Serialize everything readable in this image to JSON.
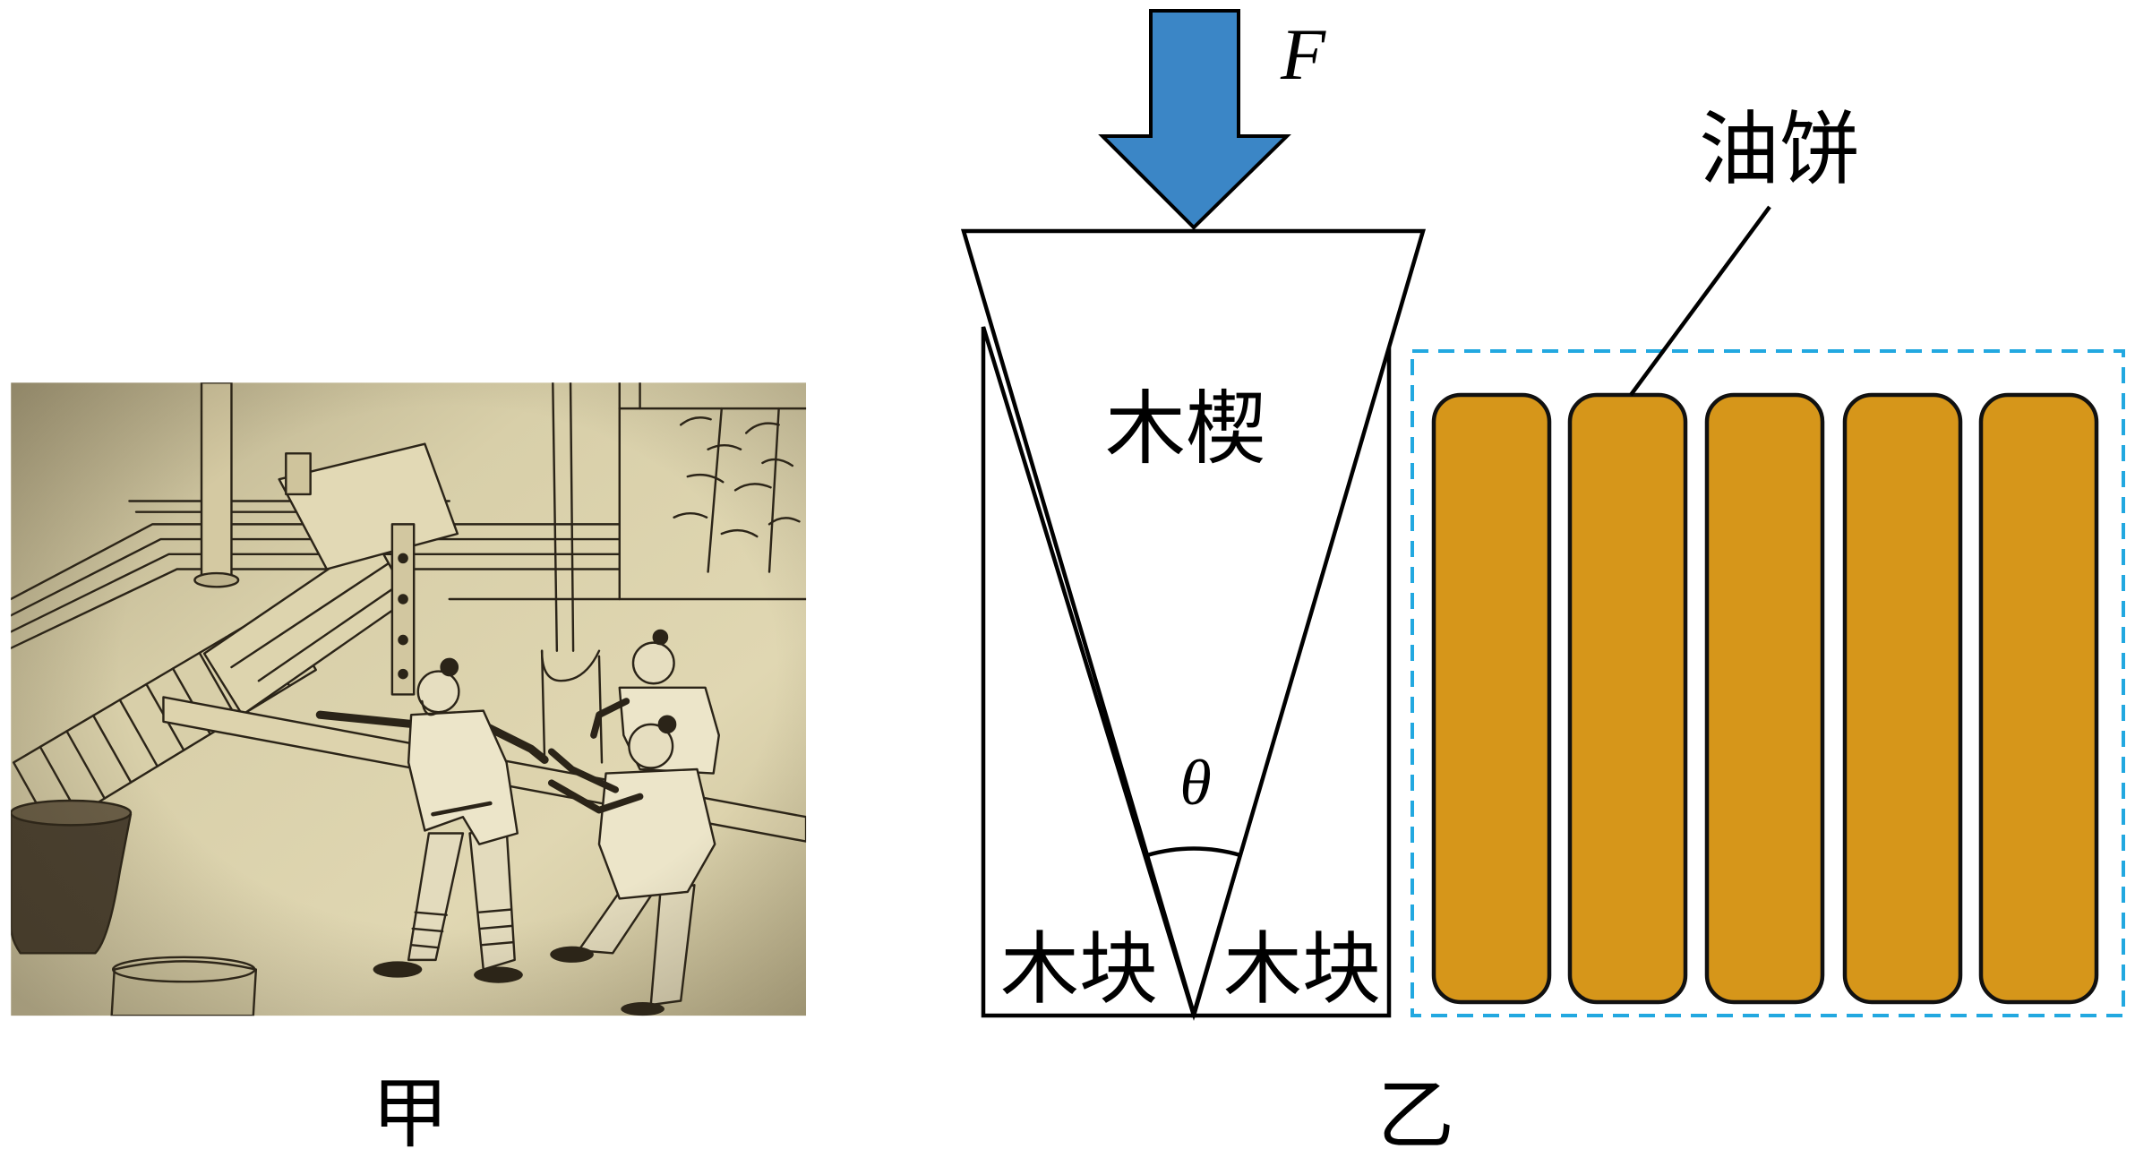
{
  "figure_left": {
    "caption": "甲"
  },
  "figure_right": {
    "caption": "乙",
    "force_label": "F",
    "wedge_label": "木楔",
    "angle_label": "θ",
    "block_left_label": "木块",
    "block_right_label": "木块",
    "oil_cake_label": "油饼"
  },
  "colors": {
    "force_arrow": "#3b86c6",
    "container_dash": "#22a8e0",
    "oil_cake": "#d6961a",
    "outline": "#000000"
  }
}
